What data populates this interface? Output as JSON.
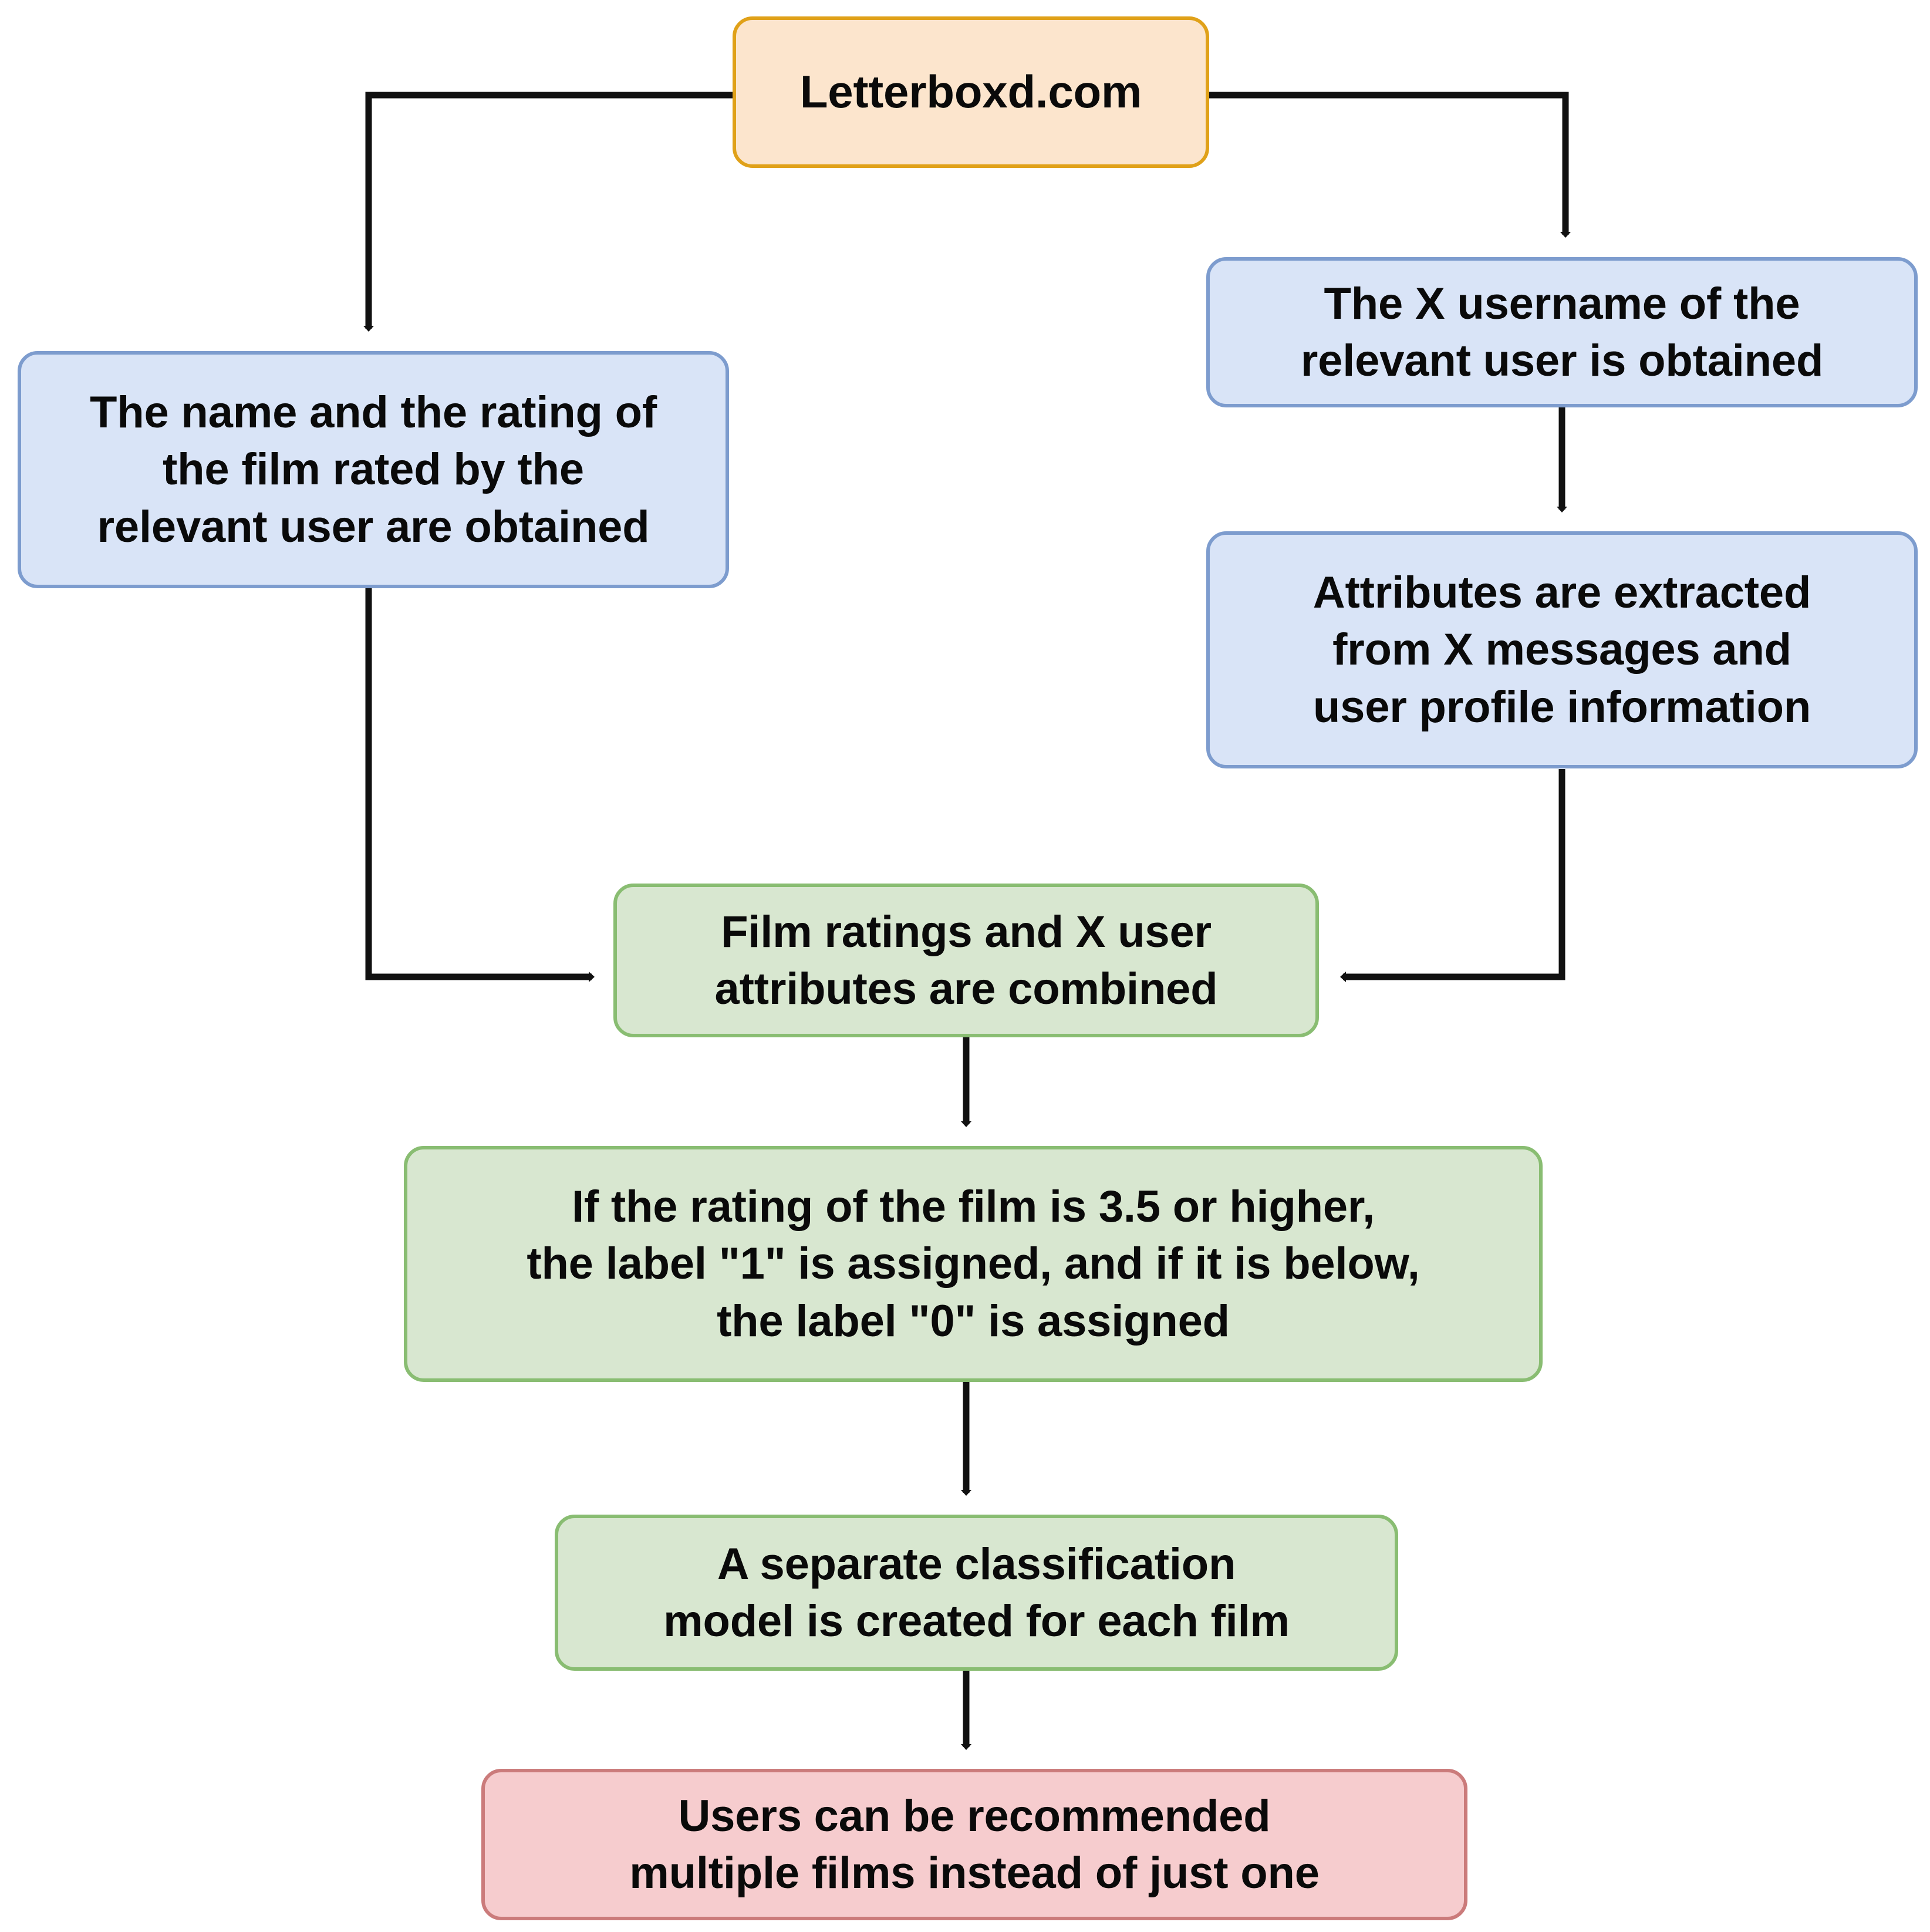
{
  "diagram": {
    "title": "Letterboxd film recommendation pipeline flowchart",
    "colors": {
      "source_fill": "#fce5cd",
      "source_border": "#e0a119",
      "data_fill": "#d9e4f7",
      "data_border": "#7d9cce",
      "process_fill": "#d8e7d0",
      "process_border": "#89bd72",
      "outcome_fill": "#f6ccce",
      "outcome_border": "#cb7b7b",
      "edge": "#1a1a1a"
    },
    "nodes": {
      "source": {
        "label": "Letterboxd.com",
        "type": "source"
      },
      "film_rating": {
        "label": "The name and the rating of\nthe film rated by the\nrelevant user are obtained",
        "type": "data"
      },
      "x_username": {
        "label": "The X username of the\nrelevant user is obtained",
        "type": "data"
      },
      "attributes": {
        "label": "Attributes are extracted\nfrom X messages and\nuser profile information",
        "type": "data"
      },
      "combine": {
        "label": "Film ratings and X user\nattributes are combined",
        "type": "process"
      },
      "label_rule": {
        "label": "If the rating of the film is 3.5 or higher,\nthe label \"1\" is assigned, and if it is below,\nthe label \"0\" is assigned",
        "type": "process"
      },
      "model": {
        "label": "A separate classification\nmodel is created for each film",
        "type": "process"
      },
      "outcome": {
        "label": "Users can be recommended\nmultiple films instead of just one",
        "type": "outcome"
      }
    },
    "edges": [
      {
        "from": "source",
        "to": "film_rating",
        "style": "elbow-left"
      },
      {
        "from": "source",
        "to": "x_username",
        "style": "elbow-right"
      },
      {
        "from": "x_username",
        "to": "attributes",
        "style": "straight-down"
      },
      {
        "from": "film_rating",
        "to": "combine",
        "style": "elbow-down-right"
      },
      {
        "from": "attributes",
        "to": "combine",
        "style": "elbow-down-left"
      },
      {
        "from": "combine",
        "to": "label_rule",
        "style": "straight-down"
      },
      {
        "from": "label_rule",
        "to": "model",
        "style": "straight-down"
      },
      {
        "from": "model",
        "to": "outcome",
        "style": "straight-down"
      }
    ]
  }
}
